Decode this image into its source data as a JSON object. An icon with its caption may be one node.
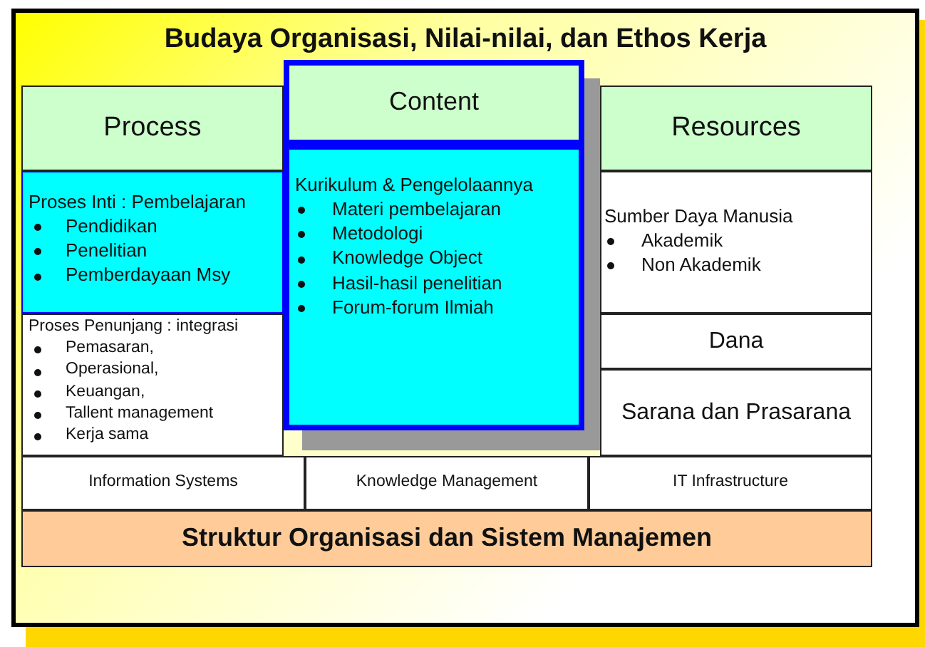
{
  "diagram": {
    "nodes": [
      {
        "text": [
          "Budaya Organisasi, Nilai-nilai, dan Ethos Kerja"
        ]
      },
      {
        "text": [
          "Process"
        ],
        "in": 0
      },
      {
        "text": [
          "Proses Inti : Pembelajaran",
          "Pendidikan",
          "Penelitian",
          "Pemberdayaan Msy"
        ],
        "in": 0
      },
      {
        "text": [
          "Proses Penunjang : integrasi",
          "Pemasaran,",
          "Operasional,",
          "Keuangan,",
          "Tallent management",
          "Kerja sama"
        ],
        "in": 0
      },
      {
        "text": [
          "Content"
        ],
        "in": 0
      },
      {
        "text": [
          "Kurikulum & Pengelolaannya",
          "Materi pembelajaran",
          "Metodologi",
          "Knowledge Object",
          "Hasil-hasil penelitian",
          "Forum-forum Ilmiah"
        ],
        "in": 0
      },
      {
        "text": [
          "Resources"
        ],
        "in": 0
      },
      {
        "text": [
          "Sumber Daya Manusia",
          "Akademik",
          "Non Akademik"
        ],
        "in": 0
      },
      {
        "text": [
          "Dana"
        ],
        "in": 0
      },
      {
        "text": [
          "Sarana dan Prasarana"
        ],
        "in": 0
      },
      {
        "text": [
          "Information Systems"
        ],
        "in": 0
      },
      {
        "text": [
          "Knowledge Management"
        ],
        "in": 0
      },
      {
        "text": [
          "IT Infrastructure"
        ],
        "in": 0
      },
      {
        "text": [
          "Struktur Organisasi dan Sistem Manajemen"
        ],
        "in": 0
      }
    ],
    "edges": []
  }
}
